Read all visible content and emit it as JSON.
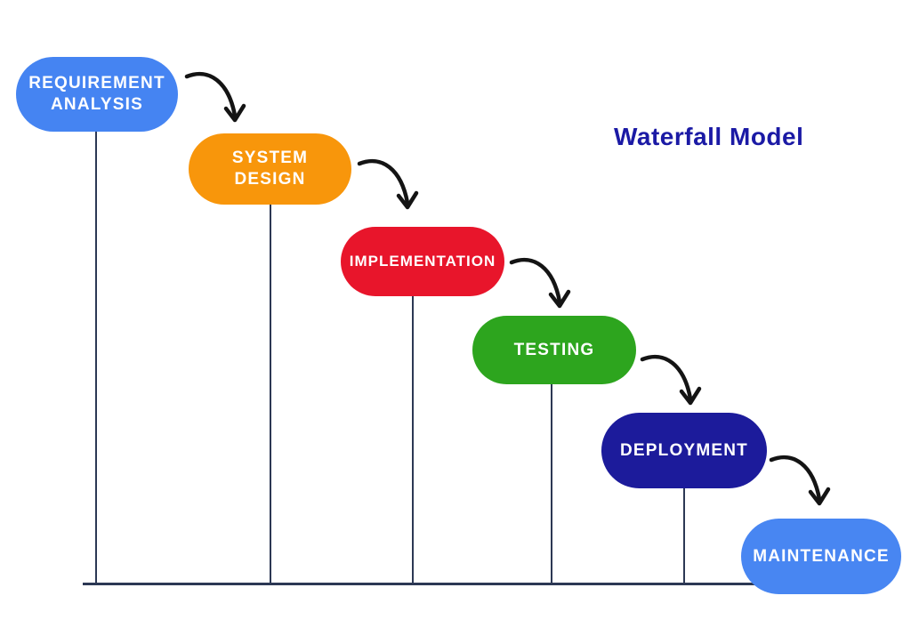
{
  "title": {
    "text": "Waterfall Model",
    "color": "#1b1aa5"
  },
  "diagram": {
    "type": "waterfall-process-flow",
    "line_color": "#2c3854",
    "arrow_color": "#141414",
    "stages": [
      {
        "name": "requirement-analysis",
        "text": "REQUIREMENT\nANALYSIS",
        "color": "#4584f2"
      },
      {
        "name": "system-design",
        "text": "SYSTEM\nDESIGN",
        "color": "#f8960b"
      },
      {
        "name": "implementation",
        "text": "IMPLEMENTATION",
        "color": "#e8152b"
      },
      {
        "name": "testing",
        "text": "TESTING",
        "color": "#2da51e"
      },
      {
        "name": "deployment",
        "text": "DEPLOYMENT",
        "color": "#1c1b9b"
      },
      {
        "name": "maintenance",
        "text": "MAINTENANCE",
        "color": "#4886f2"
      }
    ]
  }
}
